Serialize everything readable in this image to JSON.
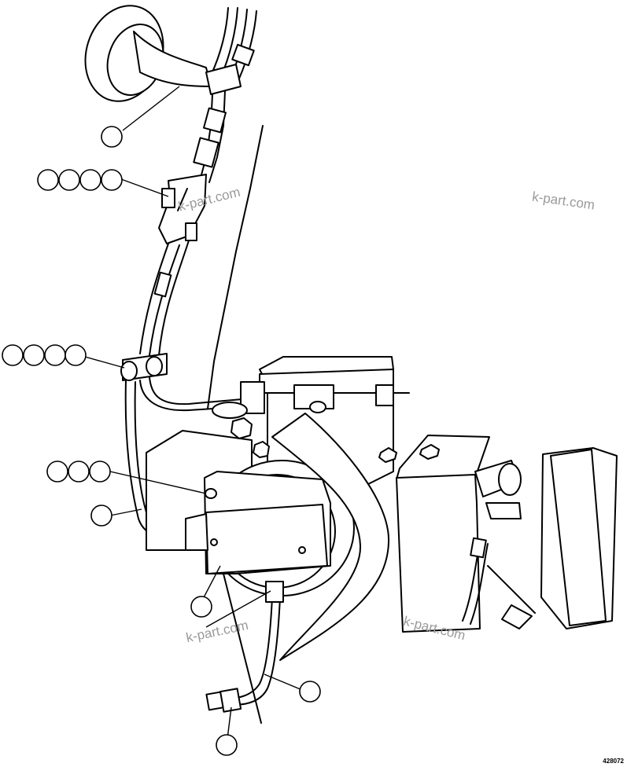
{
  "watermarks": [
    "k-part.com",
    "k-part.com",
    "k-part.com",
    "k-part.com"
  ],
  "drawing_number": "428072",
  "callout_groups": [
    {
      "id": "A",
      "count": 1
    },
    {
      "id": "B",
      "count": 4
    },
    {
      "id": "C",
      "count": 4
    },
    {
      "id": "D",
      "count": 3
    },
    {
      "id": "E",
      "count": 1
    },
    {
      "id": "F",
      "count": 1
    },
    {
      "id": "G",
      "count": 1
    },
    {
      "id": "H",
      "count": 1
    }
  ]
}
